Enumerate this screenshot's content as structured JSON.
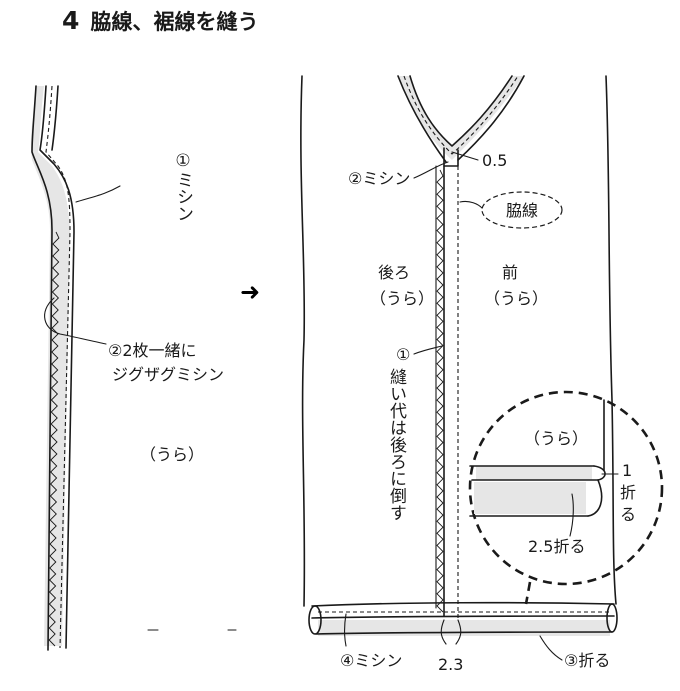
{
  "title": {
    "number": "4",
    "text": "脇線、裾線を縫う"
  },
  "left_panel": {
    "label_stitch": "①ミシン",
    "label_zigzag_1": "②2枚一緒に",
    "label_zigzag_2": "ジグザグミシン",
    "label_wrong_side": "（うら）"
  },
  "arrow": "➜",
  "right_panel": {
    "label_stitch_neck": "②ミシン",
    "dim_neck": "0.5",
    "side_seam": "脇線",
    "back_1": "後ろ",
    "back_2": "（うら）",
    "front_1": "前",
    "front_2": "（うら）",
    "seam_note_num": "①",
    "seam_note": "縫い代は後ろに倒す",
    "hem_stitch": "④ミシン",
    "hem_dim": "2.3",
    "hem_fold": "③折る"
  },
  "detail": {
    "wrong_side": "（うら）",
    "fold_1_num": "1",
    "fold_1_txt": "折",
    "fold_1_txt2": "る",
    "fold_2": "2.5折る"
  }
}
